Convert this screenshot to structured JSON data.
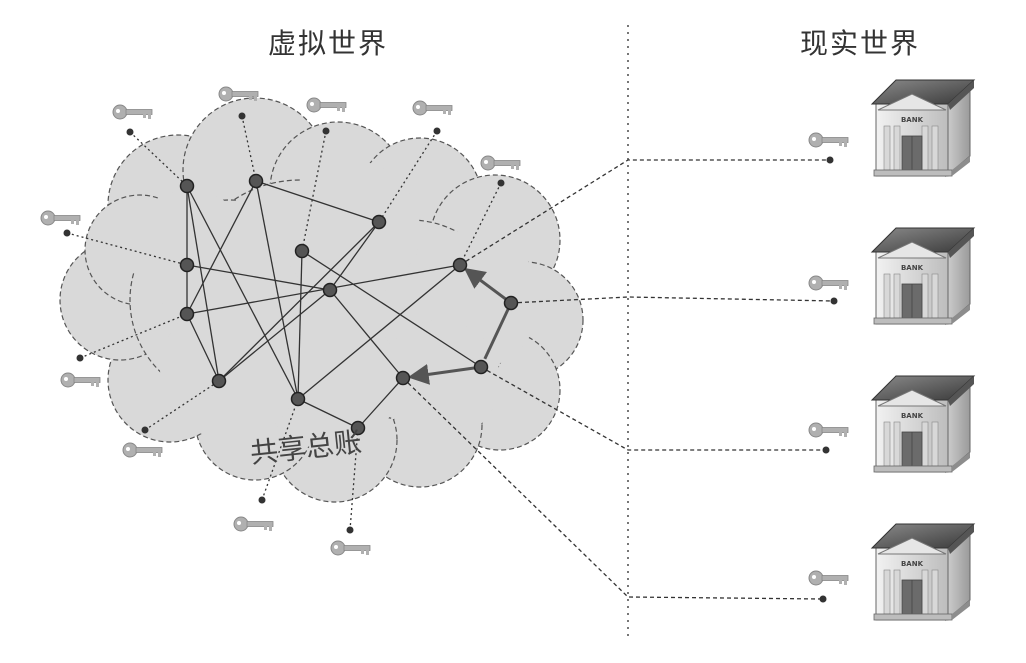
{
  "titles": {
    "virtual_world": "虚拟世界",
    "real_world": "现实世界",
    "shared_ledger": "共享总账"
  },
  "bank": {
    "sign_text": "BANK"
  },
  "icons": {
    "key": "key-icon",
    "bank": "bank-building-icon",
    "node": "ledger-node"
  },
  "colors": {
    "cloud_fill": "#d9d9d9",
    "cloud_stroke": "#555555",
    "node_fill": "#555555",
    "key_fill": "#b0b0b0",
    "arrow": "#555555"
  }
}
